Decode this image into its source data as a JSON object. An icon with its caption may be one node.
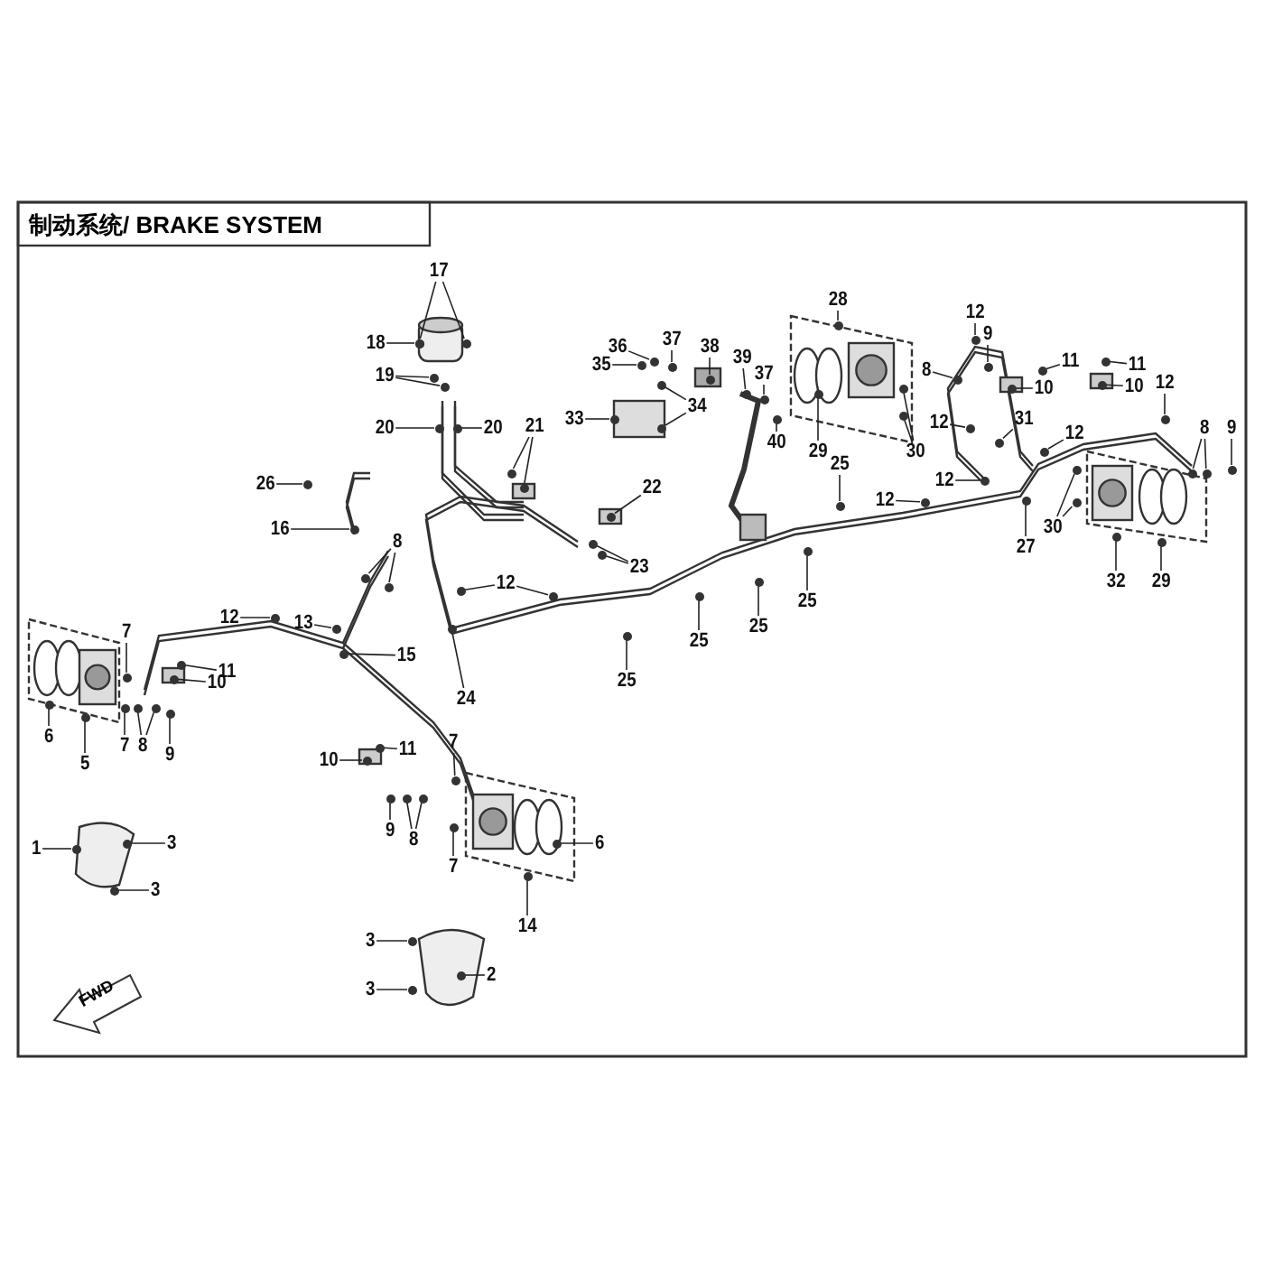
{
  "diagram": {
    "title": "制动系统/ BRAKE SYSTEM",
    "nodes": [
      {
        "text": [
          "17"
        ]
      },
      {
        "text": [
          "18"
        ]
      },
      {
        "text": [
          "28"
        ]
      },
      {
        "text": [
          "12"
        ]
      },
      {
        "text": [
          "9"
        ]
      },
      {
        "text": [
          "36"
        ]
      },
      {
        "text": [
          "37"
        ]
      },
      {
        "text": [
          "38"
        ]
      },
      {
        "text": [
          "39"
        ]
      },
      {
        "text": [
          "11"
        ]
      },
      {
        "text": [
          "11"
        ]
      },
      {
        "text": [
          "35"
        ]
      },
      {
        "text": [
          "37"
        ]
      },
      {
        "text": [
          "19"
        ]
      },
      {
        "text": [
          "8"
        ]
      },
      {
        "text": [
          "10"
        ]
      },
      {
        "text": [
          "10"
        ]
      },
      {
        "text": [
          "12"
        ]
      },
      {
        "text": [
          "33"
        ]
      },
      {
        "text": [
          "34"
        ]
      },
      {
        "text": [
          "31"
        ]
      },
      {
        "text": [
          "12"
        ]
      },
      {
        "text": [
          "8"
        ]
      },
      {
        "text": [
          "9"
        ]
      },
      {
        "text": [
          "20"
        ]
      },
      {
        "text": [
          "20"
        ]
      },
      {
        "text": [
          "21"
        ]
      },
      {
        "text": [
          "12"
        ]
      },
      {
        "text": [
          "40"
        ]
      },
      {
        "text": [
          "29"
        ]
      },
      {
        "text": [
          "30"
        ]
      },
      {
        "text": [
          "25"
        ]
      },
      {
        "text": [
          "12"
        ]
      },
      {
        "text": [
          "26"
        ]
      },
      {
        "text": [
          "22"
        ]
      },
      {
        "text": [
          "12"
        ]
      },
      {
        "text": [
          "30"
        ]
      },
      {
        "text": [
          "16"
        ]
      },
      {
        "text": [
          "8"
        ]
      },
      {
        "text": [
          "27"
        ]
      },
      {
        "text": [
          "32"
        ]
      },
      {
        "text": [
          "29"
        ]
      },
      {
        "text": [
          "12"
        ]
      },
      {
        "text": [
          "23"
        ]
      },
      {
        "text": [
          "25"
        ]
      },
      {
        "text": [
          "12"
        ]
      },
      {
        "text": [
          "25"
        ]
      },
      {
        "text": [
          "7"
        ]
      },
      {
        "text": [
          "13"
        ]
      },
      {
        "text": [
          "25"
        ]
      },
      {
        "text": [
          "15"
        ]
      },
      {
        "text": [
          "11"
        ]
      },
      {
        "text": [
          "25"
        ]
      },
      {
        "text": [
          "10"
        ]
      },
      {
        "text": [
          "24"
        ]
      },
      {
        "text": [
          "6"
        ]
      },
      {
        "text": [
          "7"
        ]
      },
      {
        "text": [
          "7"
        ]
      },
      {
        "text": [
          "8"
        ]
      },
      {
        "text": [
          "11"
        ]
      },
      {
        "text": [
          "9"
        ]
      },
      {
        "text": [
          "10"
        ]
      },
      {
        "text": [
          "5"
        ]
      },
      {
        "text": [
          "9"
        ]
      },
      {
        "text": [
          "8"
        ]
      },
      {
        "text": [
          "6"
        ]
      },
      {
        "text": [
          "3"
        ]
      },
      {
        "text": [
          "1"
        ]
      },
      {
        "text": [
          "7"
        ]
      },
      {
        "text": [
          "3"
        ]
      },
      {
        "text": [
          "14"
        ]
      },
      {
        "text": [
          "3"
        ]
      },
      {
        "text": [
          "2"
        ]
      },
      {
        "text": [
          "3"
        ]
      },
      {
        "text": [],
        "shape": "circle"
      },
      {
        "text": [],
        "shape": "circle"
      },
      {
        "text": [],
        "shape": "circle"
      },
      {
        "text": [],
        "shape": "circle"
      },
      {
        "text": [],
        "shape": "circle"
      },
      {
        "text": [],
        "shape": "circle"
      },
      {
        "text": [],
        "shape": "circle"
      },
      {
        "text": [],
        "shape": "circle"
      },
      {
        "text": [],
        "shape": "circle"
      },
      {
        "text": [],
        "shape": "circle"
      },
      {
        "text": [],
        "shape": "circle"
      },
      {
        "text": [],
        "shape": "circle"
      },
      {
        "text": [],
        "shape": "circle"
      },
      {
        "text": [],
        "shape": "circle"
      },
      {
        "text": [],
        "shape": "circle"
      },
      {
        "text": [],
        "shape": "circle"
      },
      {
        "text": [],
        "shape": "circle"
      },
      {
        "text": [],
        "shape": "circle"
      },
      {
        "text": [],
        "shape": "circle"
      },
      {
        "text": [],
        "shape": "circle"
      },
      {
        "text": [],
        "shape": "circle"
      },
      {
        "text": [],
        "shape": "circle"
      },
      {
        "text": [],
        "shape": "circle"
      },
      {
        "text": [],
        "shape": "circle"
      },
      {
        "text": [],
        "shape": "circle"
      },
      {
        "text": [],
        "shape": "circle"
      },
      {
        "text": [],
        "shape": "circle"
      },
      {
        "text": [],
        "shape": "circle"
      },
      {
        "text": [],
        "shape": "circle"
      },
      {
        "text": [],
        "shape": "circle"
      },
      {
        "text": [],
        "shape": "circle"
      },
      {
        "text": [],
        "shape": "circle"
      },
      {
        "text": [],
        "shape": "circle"
      },
      {
        "text": [],
        "shape": "circle"
      },
      {
        "text": [],
        "shape": "circle"
      },
      {
        "text": [],
        "shape": "circle"
      },
      {
        "text": [],
        "shape": "circle"
      },
      {
        "text": [],
        "shape": "circle"
      },
      {
        "text": [],
        "shape": "circle"
      },
      {
        "text": [],
        "shape": "circle"
      },
      {
        "text": [],
        "shape": "circle"
      },
      {
        "text": [],
        "shape": "circle"
      },
      {
        "text": [],
        "shape": "circle"
      },
      {
        "text": [],
        "shape": "circle"
      },
      {
        "text": [],
        "shape": "circle"
      },
      {
        "text": [],
        "shape": "circle"
      },
      {
        "text": [],
        "shape": "circle"
      },
      {
        "text": [],
        "shape": "circle"
      },
      {
        "text": [],
        "shape": "circle"
      },
      {
        "text": [],
        "shape": "circle"
      },
      {
        "text": [],
        "shape": "circle"
      },
      {
        "text": [],
        "shape": "circle"
      },
      {
        "text": [],
        "shape": "circle"
      },
      {
        "text": [],
        "shape": "circle"
      },
      {
        "text": [],
        "shape": "circle"
      },
      {
        "text": [],
        "shape": "circle"
      },
      {
        "text": [],
        "shape": "circle"
      },
      {
        "text": [],
        "shape": "circle"
      },
      {
        "text": [],
        "shape": "circle"
      },
      {
        "text": [],
        "shape": "circle"
      },
      {
        "text": [],
        "shape": "circle"
      },
      {
        "text": [],
        "shape": "circle"
      },
      {
        "text": [],
        "shape": "circle"
      },
      {
        "text": [],
        "shape": "circle"
      },
      {
        "text": [],
        "shape": "circle"
      },
      {
        "text": [],
        "shape": "circle"
      },
      {
        "text": [],
        "shape": "circle"
      },
      {
        "text": [],
        "shape": "circle"
      },
      {
        "text": [],
        "shape": "circle"
      },
      {
        "text": [],
        "shape": "circle"
      },
      {
        "text": [],
        "shape": "circle"
      },
      {
        "text": [],
        "shape": "circle"
      },
      {
        "text": [],
        "shape": "circle"
      },
      {
        "text": [],
        "shape": "circle"
      },
      {
        "text": [],
        "shape": "circle"
      },
      {
        "text": [],
        "shape": "circle"
      },
      {
        "text": [],
        "shape": "circle"
      },
      {
        "text": [],
        "shape": "circle"
      },
      {
        "text": [],
        "shape": "circle"
      },
      {
        "text": [],
        "shape": "circle"
      },
      {
        "text": [],
        "shape": "circle"
      },
      {
        "text": [],
        "shape": "circle"
      },
      {
        "text": [],
        "shape": "circle"
      },
      {
        "text": [],
        "shape": "circle"
      },
      {
        "text": [],
        "shape": "circle"
      },
      {
        "text": [],
        "shape": "circle"
      }
    ],
    "edges": [
      {
        "from": 0,
        "to": 74,
        "arrow": "none"
      },
      {
        "from": 0,
        "to": 75,
        "arrow": "none"
      },
      {
        "from": 1,
        "to": 76,
        "arrow": "none"
      },
      {
        "from": 2,
        "to": 77,
        "arrow": "none"
      },
      {
        "from": 3,
        "to": 78,
        "arrow": "none"
      },
      {
        "from": 4,
        "to": 79,
        "arrow": "none"
      },
      {
        "from": 5,
        "to": 80,
        "arrow": "none"
      },
      {
        "from": 6,
        "to": 81,
        "arrow": "none"
      },
      {
        "from": 7,
        "to": 82,
        "arrow": "none"
      },
      {
        "from": 8,
        "to": 83,
        "arrow": "none"
      },
      {
        "from": 9,
        "to": 84,
        "arrow": "none"
      },
      {
        "from": 10,
        "to": 85,
        "arrow": "none"
      },
      {
        "from": 11,
        "to": 86,
        "arrow": "none"
      },
      {
        "from": 12,
        "to": 87,
        "arrow": "none"
      },
      {
        "from": 13,
        "to": 88,
        "arrow": "none"
      },
      {
        "from": 13,
        "to": 89,
        "arrow": "none"
      },
      {
        "from": 14,
        "to": 90,
        "arrow": "none"
      },
      {
        "from": 15,
        "to": 91,
        "arrow": "none"
      },
      {
        "from": 16,
        "to": 92,
        "arrow": "none"
      },
      {
        "from": 17,
        "to": 93,
        "arrow": "none"
      },
      {
        "from": 18,
        "to": 94,
        "arrow": "none"
      },
      {
        "from": 19,
        "to": 95,
        "arrow": "none"
      },
      {
        "from": 19,
        "to": 96,
        "arrow": "none"
      },
      {
        "from": 20,
        "to": 97,
        "arrow": "none"
      },
      {
        "from": 21,
        "to": 98,
        "arrow": "none"
      },
      {
        "from": 22,
        "to": 99,
        "arrow": "none"
      },
      {
        "from": 22,
        "to": 100,
        "arrow": "none"
      },
      {
        "from": 23,
        "to": 101,
        "arrow": "none"
      },
      {
        "from": 24,
        "to": 102,
        "arrow": "none"
      },
      {
        "from": 25,
        "to": 103,
        "arrow": "none"
      },
      {
        "from": 26,
        "to": 104,
        "arrow": "none"
      },
      {
        "from": 26,
        "to": 105,
        "arrow": "none"
      },
      {
        "from": 27,
        "to": 106,
        "arrow": "none"
      },
      {
        "from": 28,
        "to": 107,
        "arrow": "none"
      },
      {
        "from": 29,
        "to": 108,
        "arrow": "none"
      },
      {
        "from": 30,
        "to": 109,
        "arrow": "none"
      },
      {
        "from": 30,
        "to": 110,
        "arrow": "none"
      },
      {
        "from": 31,
        "to": 111,
        "arrow": "none"
      },
      {
        "from": 32,
        "to": 112,
        "arrow": "none"
      },
      {
        "from": 33,
        "to": 113,
        "arrow": "none"
      },
      {
        "from": 34,
        "to": 114,
        "arrow": "none"
      },
      {
        "from": 35,
        "to": 115,
        "arrow": "none"
      },
      {
        "from": 36,
        "to": 116,
        "arrow": "none"
      },
      {
        "from": 36,
        "to": 117,
        "arrow": "none"
      },
      {
        "from": 37,
        "to": 118,
        "arrow": "none"
      },
      {
        "from": 38,
        "to": 119,
        "arrow": "none"
      },
      {
        "from": 38,
        "to": 120,
        "arrow": "none"
      },
      {
        "from": 39,
        "to": 121,
        "arrow": "none"
      },
      {
        "from": 40,
        "to": 122,
        "arrow": "none"
      },
      {
        "from": 41,
        "to": 123,
        "arrow": "none"
      },
      {
        "from": 42,
        "to": 124,
        "arrow": "none"
      },
      {
        "from": 42,
        "to": 125,
        "arrow": "none"
      },
      {
        "from": 43,
        "to": 126,
        "arrow": "none"
      },
      {
        "from": 43,
        "to": 127,
        "arrow": "none"
      },
      {
        "from": 44,
        "to": 128,
        "arrow": "none"
      },
      {
        "from": 45,
        "to": 129,
        "arrow": "none"
      },
      {
        "from": 46,
        "to": 130,
        "arrow": "none"
      },
      {
        "from": 47,
        "to": 131,
        "arrow": "none"
      },
      {
        "from": 48,
        "to": 132,
        "arrow": "none"
      },
      {
        "from": 49,
        "to": 133,
        "arrow": "none"
      },
      {
        "from": 50,
        "to": 134,
        "arrow": "none"
      },
      {
        "from": 51,
        "to": 135,
        "arrow": "none"
      },
      {
        "from": 52,
        "to": 136,
        "arrow": "none"
      },
      {
        "from": 53,
        "to": 137,
        "arrow": "none"
      },
      {
        "from": 54,
        "to": 138,
        "arrow": "none"
      },
      {
        "from": 55,
        "to": 139,
        "arrow": "none"
      },
      {
        "from": 56,
        "to": 140,
        "arrow": "none"
      },
      {
        "from": 57,
        "to": 141,
        "arrow": "none"
      },
      {
        "from": 58,
        "to": 142,
        "arrow": "none"
      },
      {
        "from": 58,
        "to": 143,
        "arrow": "none"
      },
      {
        "from": 59,
        "to": 144,
        "arrow": "none"
      },
      {
        "from": 60,
        "to": 145,
        "arrow": "none"
      },
      {
        "from": 61,
        "to": 146,
        "arrow": "none"
      },
      {
        "from": 62,
        "to": 147,
        "arrow": "none"
      },
      {
        "from": 63,
        "to": 148,
        "arrow": "none"
      },
      {
        "from": 64,
        "to": 149,
        "arrow": "none"
      },
      {
        "from": 64,
        "to": 150,
        "arrow": "none"
      },
      {
        "from": 65,
        "to": 151,
        "arrow": "none"
      },
      {
        "from": 66,
        "to": 152,
        "arrow": "none"
      },
      {
        "from": 67,
        "to": 153,
        "arrow": "none"
      },
      {
        "from": 68,
        "to": 154,
        "arrow": "none"
      },
      {
        "from": 69,
        "to": 155,
        "arrow": "none"
      },
      {
        "from": 70,
        "to": 156,
        "arrow": "none"
      },
      {
        "from": 71,
        "to": 157,
        "arrow": "none"
      },
      {
        "from": 72,
        "to": 158,
        "arrow": "none"
      },
      {
        "from": 73,
        "to": 159,
        "arrow": "none"
      }
    ],
    "labels": [
      "FWD"
    ]
  }
}
